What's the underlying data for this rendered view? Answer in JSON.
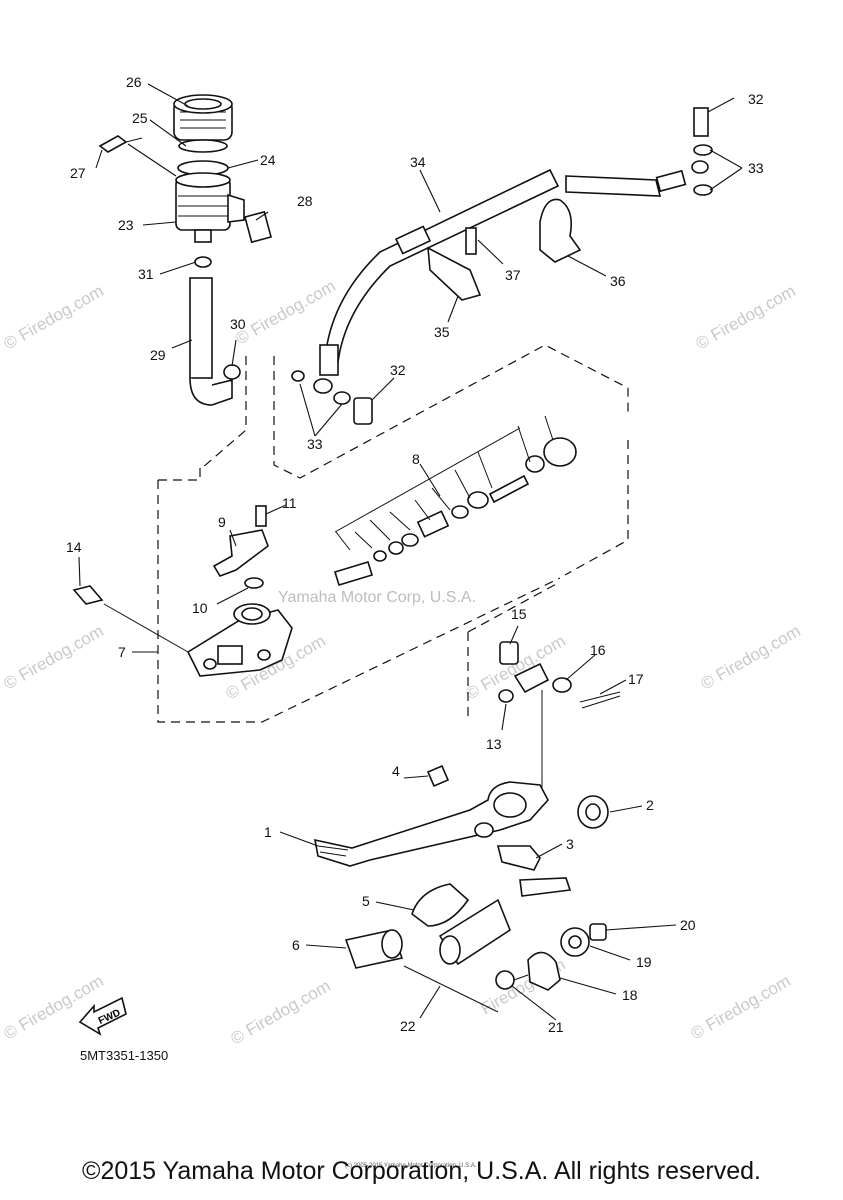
{
  "callouts": [
    "1",
    "2",
    "3",
    "4",
    "5",
    "6",
    "7",
    "8",
    "9",
    "10",
    "11",
    "13",
    "14",
    "15",
    "16",
    "17",
    "18",
    "19",
    "20",
    "21",
    "22",
    "23",
    "24",
    "25",
    "26",
    "27",
    "28",
    "29",
    "30",
    "31",
    "32",
    "32",
    "33",
    "33",
    "34",
    "35",
    "36",
    "37"
  ],
  "watermark": {
    "center_text": "Yamaha Motor Corp, U.S.A.",
    "side_text": "© Firedog.com",
    "diag_text": "Firedog.com"
  },
  "fwd_label": "FWD",
  "diagram_code": "5MT3351-1350",
  "copyright": "©2015 Yamaha Motor Corporation, U.S.A. All rights reserved.",
  "tiny_note": "(c) 2005-2015 Yamaha Motor Corporation, U.S.A."
}
